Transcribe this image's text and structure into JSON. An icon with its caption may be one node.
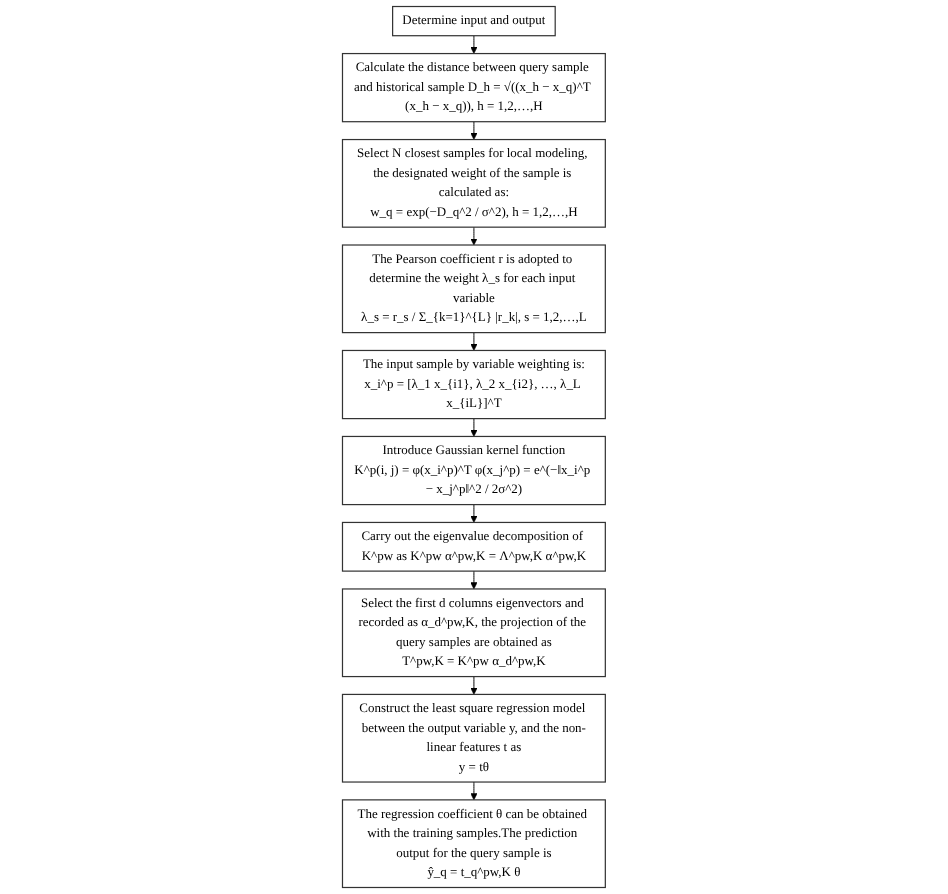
{
  "diagram": {
    "nodes": [
      {
        "text": [
          "Determine input and output"
        ]
      },
      {
        "text": [
          "Calculate the distance between query sample and historical sample D_h = √((x_h − x_q)^T (x_h − x_q)), h = 1,2,…,H"
        ]
      },
      {
        "text": [
          "Select N closest samples for local modeling, the designated weight of the sample is calculated as:",
          "w_q = exp(−D_q^2 / σ^2), h = 1,2,…,H"
        ]
      },
      {
        "text": [
          "The Pearson coefficient r is adopted to determine the weight λ_s for each input variable",
          "λ_s = r_s / Σ_{k=1}^{L} |r_k|, s = 1,2,…,L"
        ]
      },
      {
        "text": [
          "The input sample by variable weighting is:",
          "x_i^p = [λ_1 x_{i1}, λ_2 x_{i2}, …, λ_L x_{iL}]^T"
        ]
      },
      {
        "text": [
          "Introduce Gaussian kernel function",
          "K^p(i, j) = φ(x_i^p)^T φ(x_j^p) = e^(−‖x_i^p − x_j^p‖^2 / 2σ^2)"
        ]
      },
      {
        "text": [
          "Carry out the eigenvalue decomposition of K^pw as K^pw α^pw,K = Λ^pw,K α^pw,K"
        ]
      },
      {
        "text": [
          "Select the first d columns eigenvectors and recorded as α_d^pw,K, the projection of the query samples are obtained as",
          "T^pw,K = K^pw α_d^pw,K"
        ]
      },
      {
        "text": [
          "Construct the least square regression model between the output variable y, and the non-linear features t as",
          "y = tθ"
        ]
      },
      {
        "text": [
          "The regression coefficient θ can be obtained with the training samples.The prediction output for the query sample is",
          "ŷ_q = t_q^pw,K θ"
        ]
      }
    ],
    "edges": [
      {
        "from": 0,
        "to": 1,
        "arrow": "to"
      },
      {
        "from": 1,
        "to": 2,
        "arrow": "to"
      },
      {
        "from": 2,
        "to": 3,
        "arrow": "to"
      },
      {
        "from": 3,
        "to": 4,
        "arrow": "to"
      },
      {
        "from": 4,
        "to": 5,
        "arrow": "to"
      },
      {
        "from": 5,
        "to": 6,
        "arrow": "to"
      },
      {
        "from": 6,
        "to": 7,
        "arrow": "to"
      },
      {
        "from": 7,
        "to": 8,
        "arrow": "to"
      },
      {
        "from": 8,
        "to": 9,
        "arrow": "to"
      }
    ]
  }
}
